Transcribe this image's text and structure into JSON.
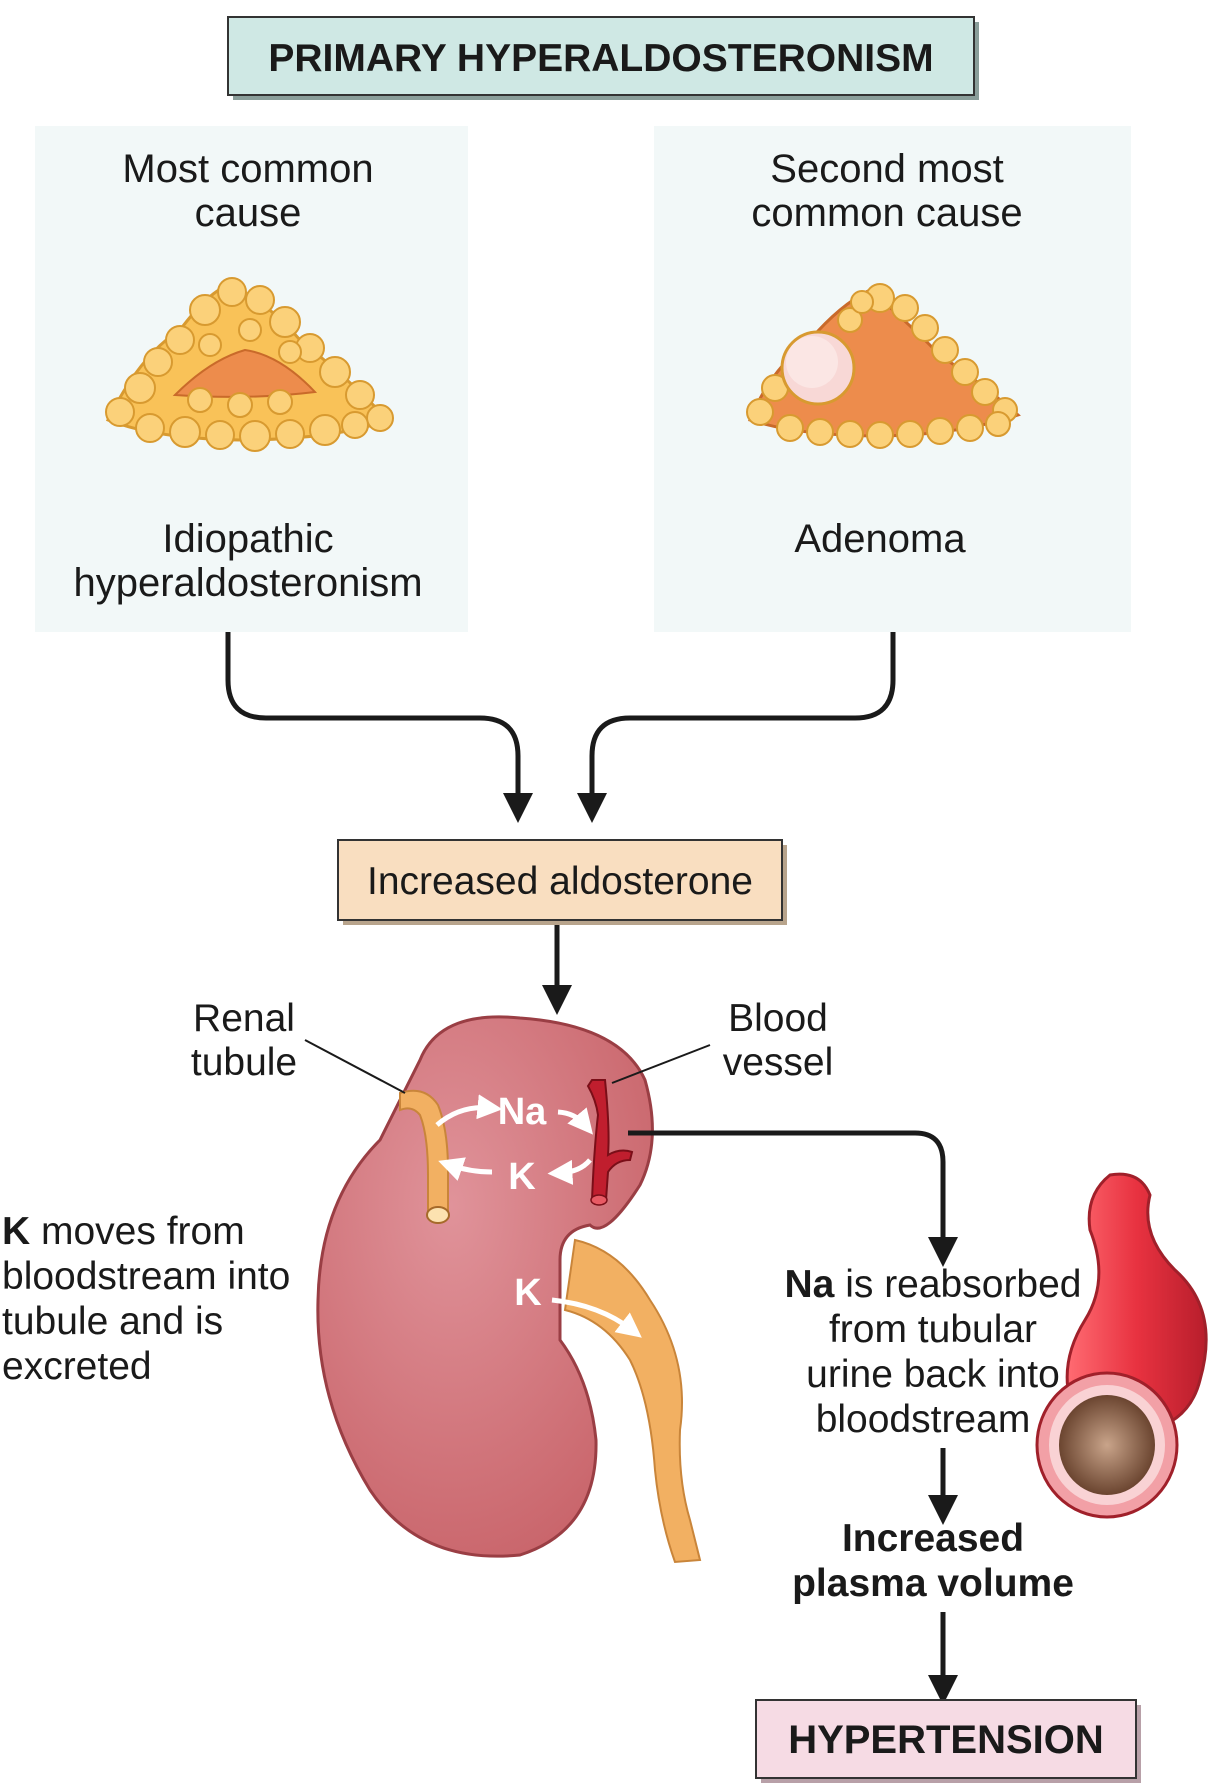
{
  "title": "PRIMARY HYPERALDOSTERONISM",
  "left_panel": {
    "heading_line1": "Most common",
    "heading_line2": "cause",
    "name_line1": "Idiopathic",
    "name_line2": "hyperaldosteronism"
  },
  "right_panel": {
    "heading_line1": "Second most",
    "heading_line2": "common cause",
    "name": "Adenoma"
  },
  "middle_box": "Increased aldosterone",
  "kidney_labels": {
    "renal_tubule_line1": "Renal",
    "renal_tubule_line2": "tubule",
    "blood_vessel_line1": "Blood",
    "blood_vessel_line2": "vessel",
    "na": "Na",
    "k_top": "K",
    "k_bottom": "K"
  },
  "k_note": {
    "bold": "K",
    "line1_rest": " moves from",
    "line2": "bloodstream into",
    "line3": "tubule and is",
    "line4": "excreted"
  },
  "na_note": {
    "bold": "Na",
    "line1_rest": " is reabsorbed",
    "line2": "from tubular",
    "line3": "urine back into",
    "line4": "bloodstream"
  },
  "plasma_note": {
    "line1": "Increased",
    "line2": "plasma volume"
  },
  "result_box": "HYPERTENSION",
  "colors": {
    "title_box": "#cfe8e4",
    "panel_bg": "#f2f8f8",
    "middle_box": "#f9dec0",
    "result_box": "#f6dbe4",
    "kidney": "#cf6f74",
    "tubule": "#f2b062",
    "vessel": "#e8323c",
    "adrenal": "#f9c258",
    "adrenal_core": "#ed8c4c"
  }
}
